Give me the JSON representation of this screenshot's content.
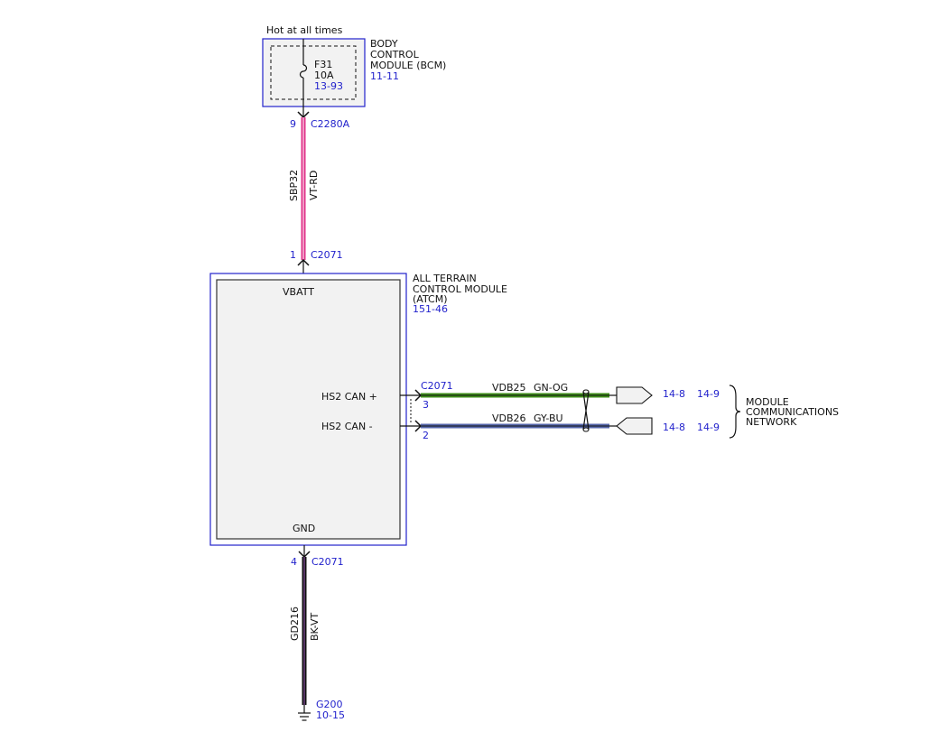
{
  "colors": {
    "module_border": "#2222cc",
    "reference_text": "#2222cc",
    "label_text": "#111111",
    "module_fill": "#f2f2f2",
    "wire_vt_rd": "#e0338a",
    "wire_gn_og": "#3f8f1a",
    "wire_gy_bu": "#5566aa",
    "wire_bk_vt": "#111111"
  },
  "bcm": {
    "supply_note": "Hot at all times",
    "name_lines": [
      "BODY",
      "CONTROL",
      "MODULE (BCM)"
    ],
    "ref": "11-11",
    "fuse_id": "F31",
    "fuse_rating": "10A",
    "fuse_ref": "13-93"
  },
  "wire_power": {
    "top_pin": "9",
    "top_connector": "C2280A",
    "circuit": "SBP32",
    "color_code": "VT-RD",
    "bottom_pin": "1",
    "bottom_connector": "C2071"
  },
  "atcm": {
    "name_lines": [
      "ALL TERRAIN",
      "CONTROL MODULE",
      "(ATCM)"
    ],
    "ref": "151-46",
    "pin_vbatt": "VBATT",
    "pin_can_plus": "HS2 CAN +",
    "pin_can_minus": "HS2 CAN -",
    "pin_gnd": "GND"
  },
  "can_bus": {
    "connector": "C2071",
    "plus_pin": "3",
    "minus_pin": "2",
    "plus_circuit": "VDB25",
    "plus_color": "GN-OG",
    "minus_circuit": "VDB26",
    "minus_color": "GY-BU",
    "plus_refs": [
      "14-8",
      "14-9"
    ],
    "minus_refs": [
      "14-8",
      "14-9"
    ],
    "network_lines": [
      "MODULE",
      "COMMUNICATIONS",
      "NETWORK"
    ]
  },
  "wire_ground": {
    "pin": "4",
    "connector": "C2071",
    "circuit": "GD216",
    "color_code": "BK-VT",
    "ground_id": "G200",
    "ground_ref": "10-15"
  }
}
